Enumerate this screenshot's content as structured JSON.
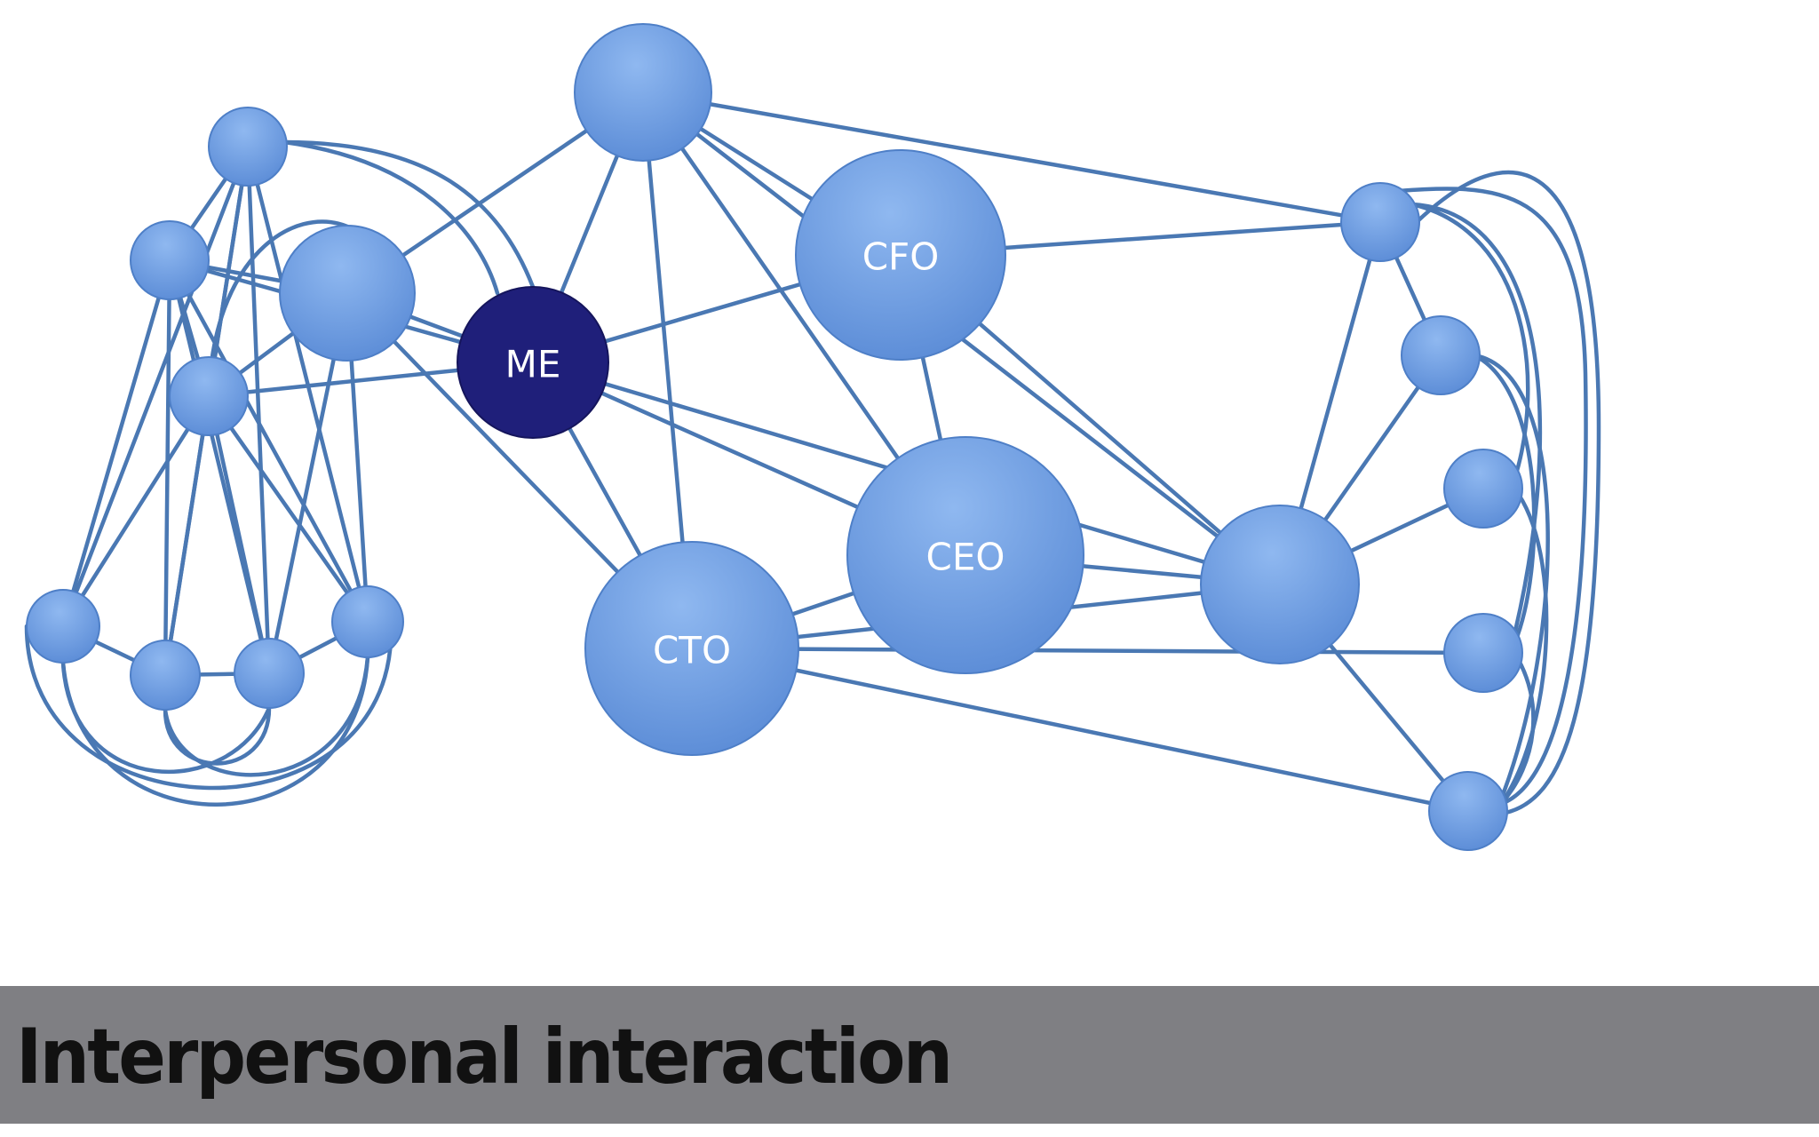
{
  "diagram": {
    "node_labels": {
      "me": "ME",
      "cfo": "CFO",
      "ceo": "CEO",
      "cto": "CTO"
    },
    "colors": {
      "node_fill": "#6b9ae0",
      "node_fill_light": "#8ab4ef",
      "node_stroke": "#4e7fc7",
      "me_fill": "#1f1f7a",
      "edge": "#4a78b3"
    }
  },
  "caption": {
    "title": "Interpersonal interaction"
  }
}
